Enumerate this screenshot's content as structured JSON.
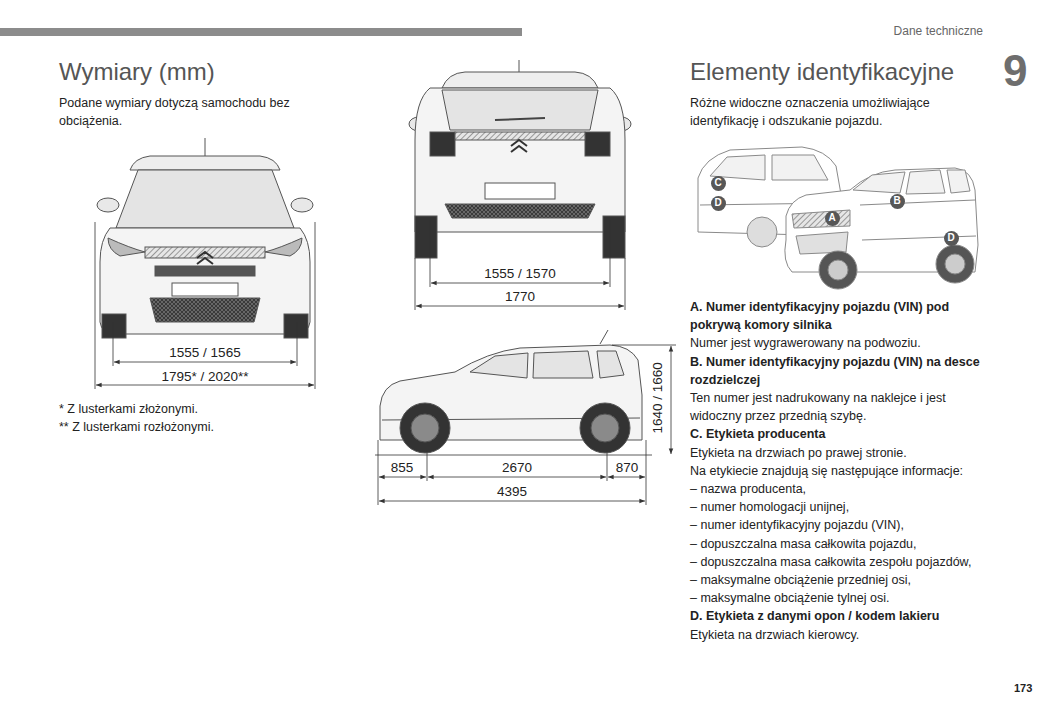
{
  "diagram": {
    "nodes": [
      {
        "text": [
          "C"
        ]
      },
      {
        "text": [
          "D"
        ]
      },
      {
        "text": [
          "A"
        ]
      },
      {
        "text": [
          "B"
        ]
      },
      {
        "text": [
          "D"
        ]
      }
    ],
    "labels": [
      "Dane techniczne",
      "9",
      "Wymiary (mm)",
      "Podane wymiary dotyczą samochodu bez obciążenia.",
      "1555 / 1565",
      "1795* / 2020**",
      "* Z lusterkami złożonymi.",
      "** Z lusterkami rozłożonymi.",
      "1555 / 1570",
      "1770",
      "1640 / 1660",
      "855",
      "2670",
      "870",
      "4395",
      "Elementy identyfikacyjne",
      "Różne widoczne oznaczenia umożliwiające identyfikację i odszukanie pojazdu.",
      "A. Numer identyfikacyjny pojazdu (VIN) pod pokrywą komory silnika",
      "Numer jest wygrawerowany na podwoziu.",
      "B. Numer identyfikacyjny pojazdu (VIN) na desce rozdzielczej",
      "Ten numer jest nadrukowany na naklejce i jest widoczny przez przednią szybę.",
      "C. Etykieta producenta",
      "Etykieta na drzwiach po prawej stronie.",
      "Na etykiecie znajdują się następujące informacje:",
      "– nazwa producenta,",
      "– numer homologacji unijnej,",
      "– numer identyfikacyjny pojazdu (VIN),",
      "– dopuszczalna masa całkowita pojazdu,",
      "– dopuszczalna masa całkowita zespołu pojazdów,",
      "– maksymalne obciążenie przedniej osi,",
      "– maksymalne obciążenie tylnej osi.",
      "D. Etykieta z danymi opon / kodem lakieru",
      "Etykieta na drzwiach kierowcy.",
      "173"
    ]
  }
}
